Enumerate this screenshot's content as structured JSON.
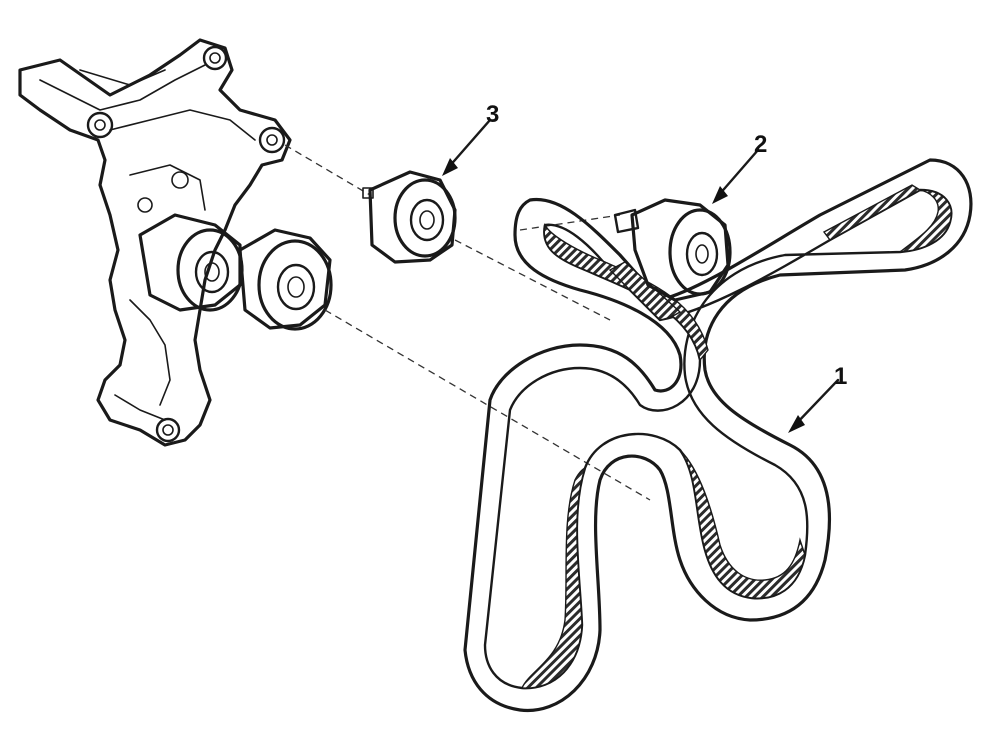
{
  "callouts": [
    {
      "id": "1",
      "label": "1",
      "part": "drive-belt"
    },
    {
      "id": "2",
      "label": "2",
      "part": "tensioner-pulley"
    },
    {
      "id": "3",
      "label": "3",
      "part": "idler-pulley"
    }
  ],
  "colors": {
    "ink": "#1a1a1a",
    "belt_rib": "#2b2b2b",
    "background": "#ffffff"
  }
}
